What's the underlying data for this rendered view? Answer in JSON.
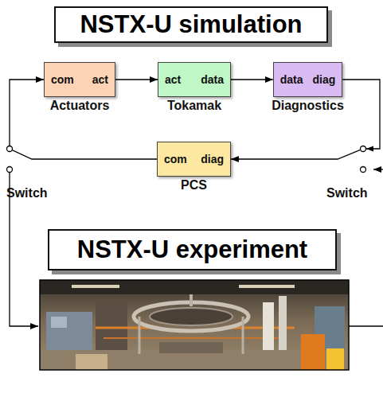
{
  "diagram": {
    "nodes": [
      {
        "text": [
          "NSTX-U simulation"
        ]
      },
      {
        "text": [
          "com",
          "act",
          "Actuators"
        ]
      },
      {
        "text": [
          "act",
          "data",
          "Tokamak"
        ]
      },
      {
        "text": [
          "data",
          "diag",
          "Diagnostics"
        ]
      },
      {
        "text": [
          "com",
          "diag",
          "PCS"
        ]
      },
      {
        "text": [
          "NSTX-U experiment"
        ]
      }
    ],
    "edges": [
      {
        "from": 1,
        "to": 2,
        "arrow": "to"
      },
      {
        "from": 2,
        "to": 3,
        "arrow": "to"
      },
      {
        "from": 3,
        "to": 4,
        "arrow": "to"
      },
      {
        "from": 4,
        "to": 1,
        "arrow": "to"
      }
    ],
    "labels": [
      "Switch",
      "Switch"
    ]
  }
}
